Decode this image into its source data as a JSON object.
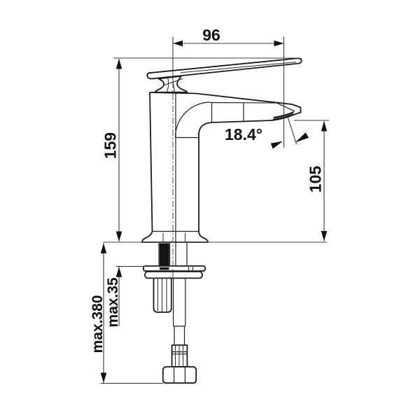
{
  "drawing": {
    "subject": "single-lever basin faucet dimension drawing",
    "labels": {
      "spout_reach": "96",
      "body_height": "159",
      "spout_outlet_height": "105",
      "outlet_angle": "18.4°",
      "deck_thickness": "max.35",
      "max_install_depth": "max.380"
    },
    "colors": {
      "background": "#ffffff",
      "line": "#1a1a1a",
      "dimension_line": "#3a3a3a",
      "aerator_fill": "#141414"
    }
  }
}
